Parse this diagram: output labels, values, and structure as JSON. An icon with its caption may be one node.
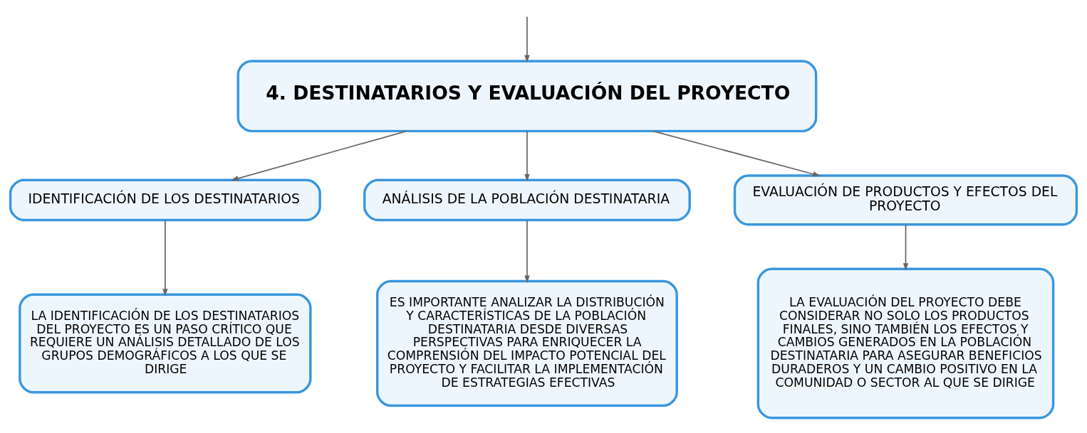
{
  "diagram": {
    "nodes": [
      {
        "text": [
          "4. DESTINATARIOS Y EVALUACIÓN DEL PROYECTO"
        ]
      },
      {
        "text": [
          "IDENTIFICACIÓN DE LOS DESTINATARIOS"
        ]
      },
      {
        "text": [
          "ANÁLISIS DE LA POBLACIÓN DESTINATARIA"
        ]
      },
      {
        "text": [
          "EVALUACIÓN DE PRODUCTOS Y EFECTOS DEL PROYECTO"
        ]
      },
      {
        "text": [
          "LA IDENTIFICACIÓN DE LOS DESTINATARIOS DEL PROYECTO ES UN PASO CRÍTICO QUE REQUIERE UN ANÁLISIS DETALLADO DE LOS GRUPOS DEMOGRÁFICOS A LOS QUE SE DIRIGE"
        ]
      },
      {
        "text": [
          "ES IMPORTANTE ANALIZAR LA DISTRIBUCIÓN Y CARACTERÍSTICAS DE LA POBLACIÓN DESTINATARIA DESDE DIVERSAS PERSPECTIVAS PARA ENRIQUECER LA COMPRENSIÓN DEL IMPACTO POTENCIAL DEL PROYECTO Y FACILITAR LA IMPLEMENTACIÓN DE ESTRATEGIAS EFECTIVAS"
        ]
      },
      {
        "text": [
          "LA EVALUACIÓN DEL PROYECTO DEBE CONSIDERAR NO SOLO LOS PRODUCTOS FINALES, SINO TAMBIÉN LOS EFECTOS Y CAMBIOS GENERADOS EN LA POBLACIÓN DESTINATARIA PARA ASEGURAR BENEFICIOS DURADEROS Y UN CAMBIO POSITIVO EN LA COMUNIDAD O SECTOR AL QUE SE DIRIGE"
        ]
      }
    ],
    "edges": [
      {
        "from": null,
        "to": 0,
        "arrow": "to"
      },
      {
        "from": 0,
        "to": 1,
        "arrow": "to"
      },
      {
        "from": 0,
        "to": 2,
        "arrow": "to"
      },
      {
        "from": 0,
        "to": 3,
        "arrow": "to"
      },
      {
        "from": 1,
        "to": 4,
        "arrow": "to"
      },
      {
        "from": 2,
        "to": 5,
        "arrow": "to"
      },
      {
        "from": 3,
        "to": 6,
        "arrow": "to"
      }
    ]
  }
}
